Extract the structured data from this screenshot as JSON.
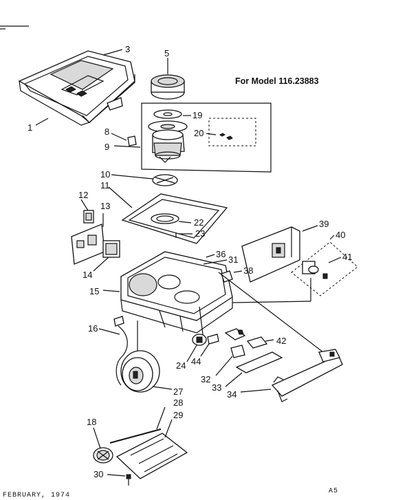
{
  "model_text": "For Model 116.23883",
  "footer_date": "FEBRUARY, 1974",
  "page_code": "A5",
  "callouts": [
    {
      "id": "c1",
      "text": "1"
    },
    {
      "id": "c3",
      "text": "3"
    },
    {
      "id": "c5",
      "text": "5"
    },
    {
      "id": "c8",
      "text": "8"
    },
    {
      "id": "c9",
      "text": "9"
    },
    {
      "id": "c19",
      "text": "19"
    },
    {
      "id": "c20",
      "text": "20"
    },
    {
      "id": "c10",
      "text": "10"
    },
    {
      "id": "c11",
      "text": "11"
    },
    {
      "id": "c12",
      "text": "12"
    },
    {
      "id": "c13",
      "text": "13"
    },
    {
      "id": "c22",
      "text": "22"
    },
    {
      "id": "c23",
      "text": "23"
    },
    {
      "id": "c39",
      "text": "39"
    },
    {
      "id": "c40",
      "text": "40"
    },
    {
      "id": "c41",
      "text": "41"
    },
    {
      "id": "c14",
      "text": "14"
    },
    {
      "id": "c36",
      "text": "36"
    },
    {
      "id": "c31",
      "text": "31"
    },
    {
      "id": "c38",
      "text": "38"
    },
    {
      "id": "c15",
      "text": "15"
    },
    {
      "id": "c16",
      "text": "16"
    },
    {
      "id": "c42",
      "text": "42"
    },
    {
      "id": "c24",
      "text": "24"
    },
    {
      "id": "c44",
      "text": "44"
    },
    {
      "id": "c32",
      "text": "32"
    },
    {
      "id": "c33",
      "text": "33"
    },
    {
      "id": "c34",
      "text": "34"
    },
    {
      "id": "c27",
      "text": "27"
    },
    {
      "id": "c28",
      "text": "28"
    },
    {
      "id": "c29",
      "text": "29"
    },
    {
      "id": "c18",
      "text": "18"
    },
    {
      "id": "c30",
      "text": "30"
    }
  ]
}
